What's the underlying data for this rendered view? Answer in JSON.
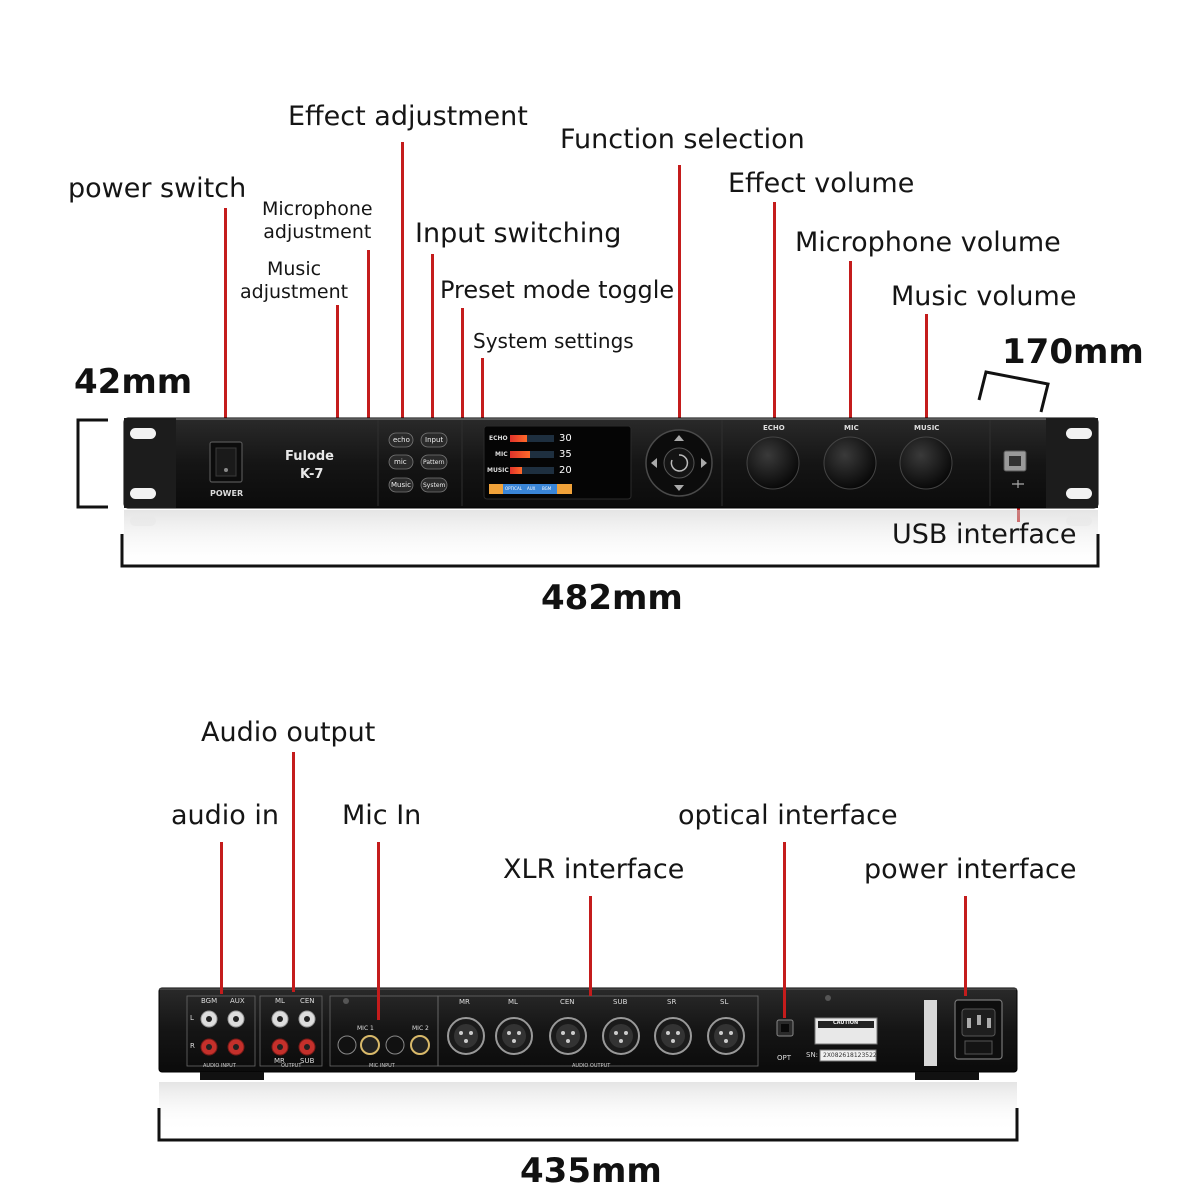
{
  "front": {
    "callouts": {
      "power_switch": "power switch",
      "effect_adjustment": "Effect adjustment",
      "microphone_adjustment": "Microphone\nadjustment",
      "music_adjustment": "Music\nadjustment",
      "input_switching": "Input switching",
      "preset_mode_toggle": "Preset mode toggle",
      "system_settings": "System settings",
      "function_selection": "Function selection",
      "effect_volume": "Effect volume",
      "microphone_volume": "Microphone volume",
      "music_volume": "Music volume",
      "usb_interface": "USB interface"
    },
    "dimensions": {
      "height": "42mm",
      "depth": "170mm",
      "width": "482mm"
    },
    "device": {
      "brand": "Fulode",
      "model": "K-7",
      "power_label": "POWER",
      "buttons": {
        "echo": "echo",
        "input": "Input",
        "mic": "mic",
        "pattern": "Pattern",
        "music": "Music",
        "system": "System"
      },
      "display": {
        "rows": [
          {
            "label": "ECHO",
            "value": "30"
          },
          {
            "label": "MIC",
            "value": "35"
          },
          {
            "label": "MUSIC",
            "value": "20"
          }
        ],
        "tabs": [
          "OPTICAL",
          "AUX",
          "BGM"
        ]
      },
      "knobs": {
        "echo": "ECHO",
        "mic": "MIC",
        "music": "MUSIC"
      }
    }
  },
  "rear": {
    "callouts": {
      "audio_output": "Audio output",
      "audio_in": "audio in",
      "mic_in": "Mic In",
      "optical_interface": "optical interface",
      "xlr_interface": "XLR interface",
      "power_interface": "power interface"
    },
    "dimensions": {
      "width": "435mm"
    },
    "panel": {
      "input_top": [
        "BGM",
        "AUX"
      ],
      "output_top": [
        "ML",
        "CEN"
      ],
      "output_bottom": [
        "MR",
        "SUB"
      ],
      "rows": [
        "L",
        "R"
      ],
      "mic_labels": [
        "MIC 1",
        "MIC 2"
      ],
      "xlr_labels": [
        "MR",
        "ML",
        "CEN",
        "SUB",
        "SR",
        "SL"
      ],
      "section_labels": [
        "AUDIO INPUT",
        "OUTPUT",
        "MIC INPUT",
        "AUDIO OUTPUT"
      ],
      "opt_label": "OPT",
      "caution_label": "CAUTION",
      "serial_prefix": "SN:",
      "serial": "2X082618123522"
    }
  },
  "colors": {
    "callout_line": "#c41c1c",
    "chassis": "#141414",
    "meter": "#e0322b",
    "accent_orange": "#f0a23a"
  }
}
